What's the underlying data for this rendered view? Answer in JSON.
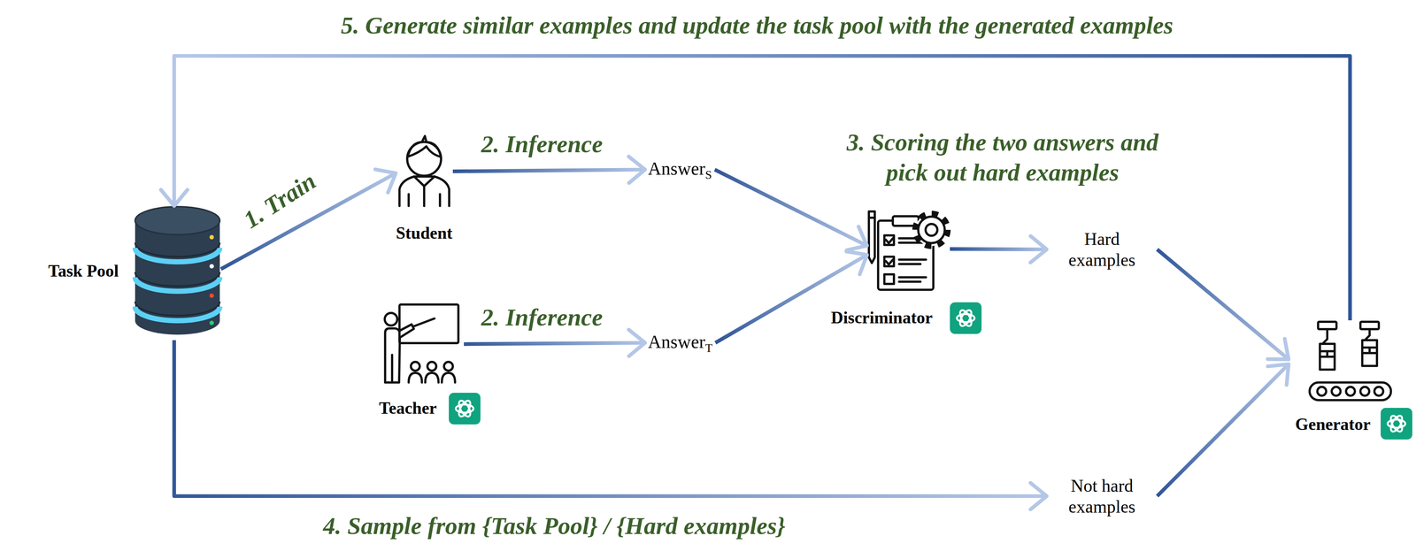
{
  "diagram": {
    "nodes": [
      {
        "text": [
          "Task Pool"
        ]
      },
      {
        "text": [
          "Student"
        ]
      },
      {
        "text": [
          "Teacher"
        ]
      },
      {
        "text": [
          "Answer",
          "S"
        ]
      },
      {
        "text": [
          "Answer",
          "T"
        ]
      },
      {
        "text": [
          "Discriminator"
        ]
      },
      {
        "text": [
          "Hard examples"
        ]
      },
      {
        "text": [
          "Not hard examples"
        ]
      },
      {
        "text": [
          "Generator"
        ]
      }
    ],
    "edges": [
      {
        "from": 0,
        "to": 1,
        "label": "1. Train",
        "arrow": "to"
      },
      {
        "from": 1,
        "to": 3,
        "label": "2. Inference",
        "arrow": "to"
      },
      {
        "from": 2,
        "to": 4,
        "label": "2. Inference",
        "arrow": "to"
      },
      {
        "from": 3,
        "to": 5,
        "arrow": "to"
      },
      {
        "from": 4,
        "to": 5,
        "arrow": "to"
      },
      {
        "from": 5,
        "to": 6,
        "arrow": "to"
      },
      {
        "from": 6,
        "to": 8,
        "arrow": "to"
      },
      {
        "from": 7,
        "to": 8,
        "arrow": "to"
      },
      {
        "from": 0,
        "to": 7,
        "label": "4. Sample from {Task Pool} / {Hard examples}",
        "arrow": "to"
      },
      {
        "from": 8,
        "to": 0,
        "label": "5. Generate similar examples and update the task pool with the generated examples",
        "arrow": "to"
      }
    ],
    "labels": [
      "3. Scoring the two answers and pick out hard examples"
    ]
  }
}
